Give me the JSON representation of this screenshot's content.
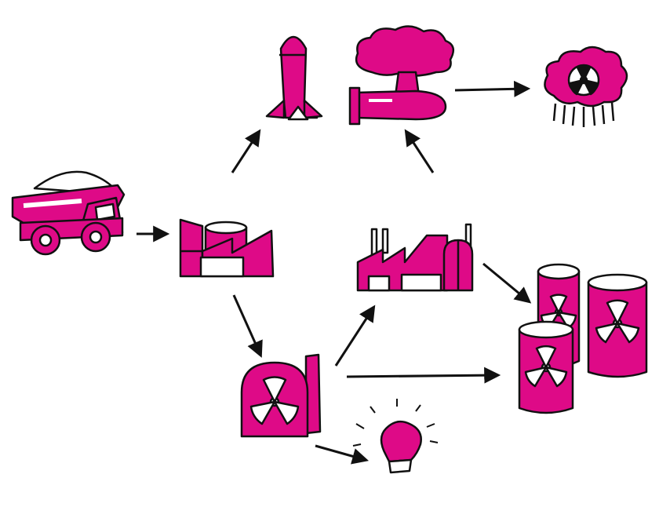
{
  "colors": {
    "magenta": "#DE0A87",
    "outline": "#111111",
    "background": "#FFFFFF",
    "white": "#FFFFFF"
  },
  "nodes": [
    {
      "id": "mining-truck",
      "icon": "dump-truck-icon"
    },
    {
      "id": "processing-plant",
      "icon": "factory-icon"
    },
    {
      "id": "missile",
      "icon": "missile-icon"
    },
    {
      "id": "atomic-bomb",
      "icon": "mushroom-cloud-bomb-icon"
    },
    {
      "id": "radioactive-fallout",
      "icon": "radioactive-rain-cloud-icon"
    },
    {
      "id": "enrichment-plant",
      "icon": "factory-smokestacks-icon"
    },
    {
      "id": "nuclear-reactor",
      "icon": "reactor-radiation-icon"
    },
    {
      "id": "electricity",
      "icon": "light-bulb-icon"
    },
    {
      "id": "nuclear-waste",
      "icon": "radioactive-barrels-icon"
    }
  ],
  "edges": [
    {
      "from": "mining-truck",
      "to": "processing-plant"
    },
    {
      "from": "processing-plant",
      "to": "missile"
    },
    {
      "from": "processing-plant",
      "to": "nuclear-reactor"
    },
    {
      "from": "atomic-bomb",
      "to": "radioactive-fallout"
    },
    {
      "from": "enrichment-plant",
      "to": "atomic-bomb"
    },
    {
      "from": "enrichment-plant",
      "to": "nuclear-waste"
    },
    {
      "from": "nuclear-reactor",
      "to": "enrichment-plant"
    },
    {
      "from": "nuclear-reactor",
      "to": "nuclear-waste"
    },
    {
      "from": "nuclear-reactor",
      "to": "electricity"
    }
  ]
}
